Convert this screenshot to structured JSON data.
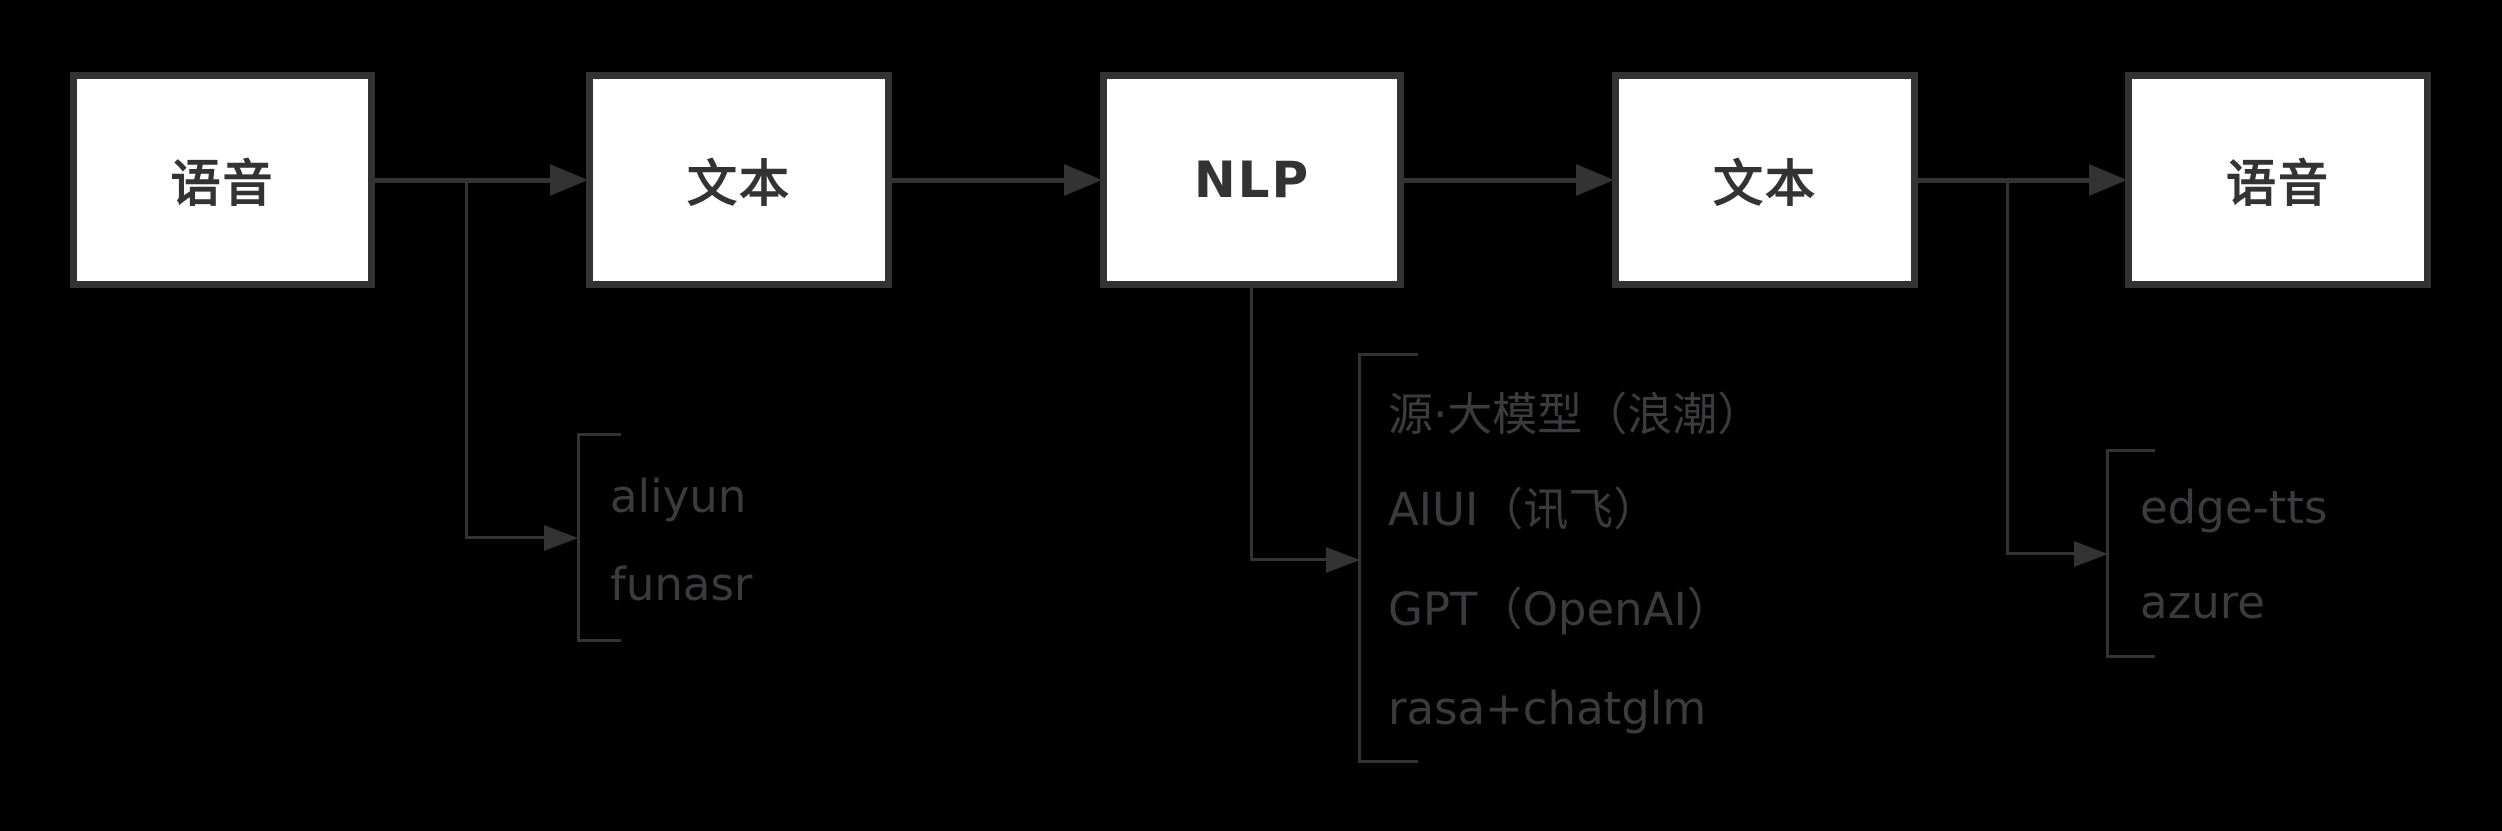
{
  "diagram": {
    "title": "voice-assistant-pipeline",
    "colors": {
      "background": "#000000",
      "line": "#333333",
      "box_fill": "#ffffff",
      "box_text": "#333333",
      "branch_text": "#3b3b3d"
    },
    "nodes": [
      {
        "id": "voice-input",
        "label": "语音"
      },
      {
        "id": "text-input",
        "label": "文本"
      },
      {
        "id": "nlp",
        "label": "NLP"
      },
      {
        "id": "text-output",
        "label": "文本"
      },
      {
        "id": "voice-output",
        "label": "语音"
      }
    ],
    "branches": [
      {
        "id": "asr-engines",
        "items": [
          "aliyun",
          "funasr"
        ]
      },
      {
        "id": "nlp-engines",
        "items": [
          "源·大模型（浪潮）",
          "AIUI（讯飞）",
          "GPT（OpenAI）",
          "rasa+chatglm"
        ]
      },
      {
        "id": "tts-engines",
        "items": [
          "edge-tts",
          "azure"
        ]
      }
    ]
  }
}
